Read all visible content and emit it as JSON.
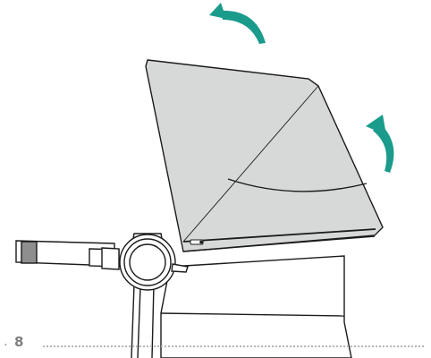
{
  "page": {
    "number": "8",
    "leading_mark": "."
  },
  "colors": {
    "arrow_teal": "#1a9b8b",
    "canopy_fill": "#d7d8d8",
    "line": "#1b1b1b"
  },
  "icons": {
    "arrow_top": "curved-rotate-arrow",
    "arrow_right": "curved-rotate-arrow"
  }
}
